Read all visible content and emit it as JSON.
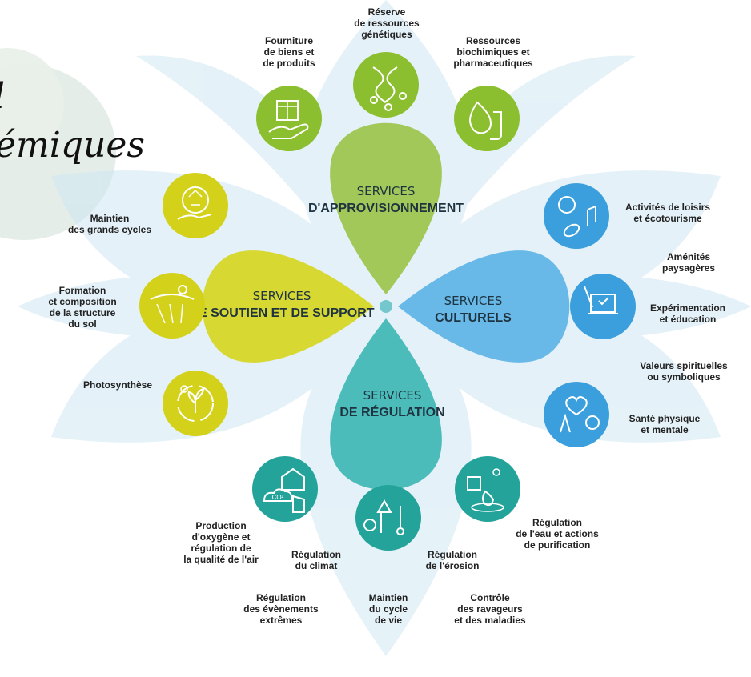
{
  "fragment_title": "émiques",
  "fragment_left_glyph": "l",
  "categories": {
    "approvisionnement": {
      "line1": "SERVICES",
      "line2": "D'APPROVISIONNEMENT",
      "color": "#9bc44a"
    },
    "soutien": {
      "line1": "SERVICES",
      "line2": "DE SOUTIEN ET DE SUPPORT",
      "color": "#d6d61f"
    },
    "culturels": {
      "line1": "SERVICES",
      "line2": "CULTURELS",
      "color": "#5db4e6"
    },
    "regulation": {
      "line1": "SERVICES",
      "line2": "DE RÉGULATION",
      "color": "#3fb7b4"
    }
  },
  "services": {
    "fourniture": "Fourniture\nde biens et\nde produits",
    "reserve": "Réserve\nde ressources\ngénétiques",
    "ressources_bio": "Ressources\nbiochimiques et\npharmaceutiques",
    "maintien_cycles": "Maintien\ndes grands cycles",
    "formation_sol": "Formation\net composition\nde la structure\ndu sol",
    "photosynthese": "Photosynthèse",
    "loisirs": "Activités de loisirs\net écotourisme",
    "amenites": "Aménités\npaysagères",
    "experimentation": "Expérimentation\net éducation",
    "valeurs": "Valeurs spirituelles\nou symboliques",
    "sante": "Santé physique\net mentale",
    "oxygene": "Production\nd'oxygène et\nrégulation de\nla qualité de l'air",
    "climat": "Régulation\ndu climat",
    "evenements": "Régulation\ndes évènements\nextrêmes",
    "cycle_vie": "Maintien\ndu cycle\nde vie",
    "erosion": "Régulation\nde l'érosion",
    "ravageurs": "Contrôle\ndes ravageurs\net des maladies",
    "eau": "Régulation\nde l'eau et actions\nde purification"
  },
  "icon_text": {
    "co2": "CO²"
  },
  "colors": {
    "petal_light": "#cfe7f3",
    "green_icon": "#8cbf2f",
    "yellow_icon": "#d3d11a",
    "blue_icon": "#3a9fdc",
    "teal_icon": "#23a39a",
    "center_dot": "#74c7cc"
  }
}
